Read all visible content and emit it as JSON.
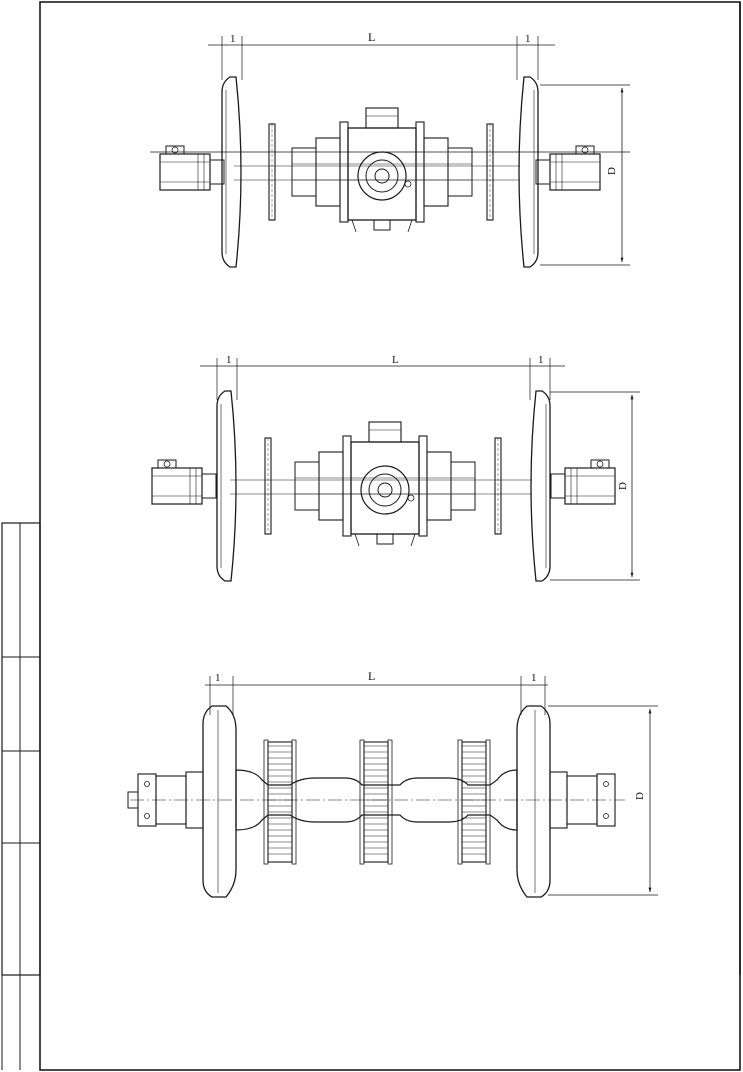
{
  "drawing": {
    "views": [
      {
        "id": "view-1",
        "dims": {
          "left_offset": "1",
          "span": "L",
          "right_offset": "1",
          "diameter": "D"
        }
      },
      {
        "id": "view-2",
        "dims": {
          "left_offset": "1",
          "span": "L",
          "right_offset": "1",
          "diameter": "D"
        }
      },
      {
        "id": "view-3",
        "dims": {
          "left_offset": "1",
          "span": "L",
          "right_offset": "1",
          "diameter": "D"
        }
      }
    ]
  },
  "colors": {
    "line": "#1a1a1a",
    "paper": "#ffffff"
  }
}
